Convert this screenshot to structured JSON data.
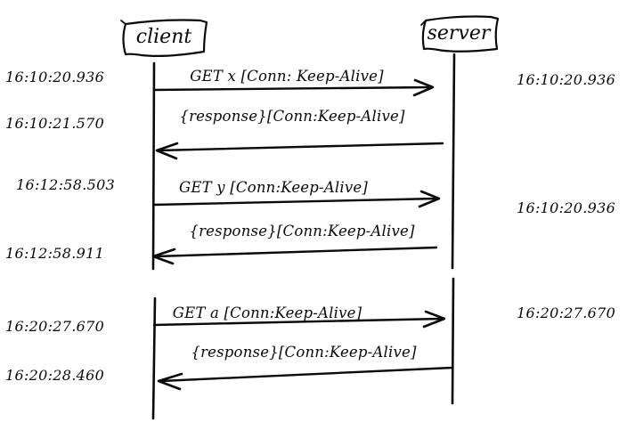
{
  "colors": {
    "ink": "#0a0a0a",
    "background": "#ffffff"
  },
  "diagram": {
    "type": "sequence",
    "actors": {
      "client": "client",
      "server": "server"
    },
    "messages": [
      {
        "label": "GET x [Conn: Keep-Alive]",
        "from": "client",
        "to": "server"
      },
      {
        "label": "{response}[Conn:Keep-Alive]",
        "from": "server",
        "to": "client"
      },
      {
        "label": "GET y [Conn:Keep-Alive]",
        "from": "client",
        "to": "server"
      },
      {
        "label": "{response}[Conn:Keep-Alive]",
        "from": "server",
        "to": "client"
      },
      {
        "label": "GET a [Conn:Keep-Alive]",
        "from": "client",
        "to": "server"
      },
      {
        "label": "{response}[Conn:Keep-Alive]",
        "from": "server",
        "to": "client"
      }
    ],
    "client_timestamps": [
      "16:10:20.936",
      "16:10:21.570",
      "16:12:58.503",
      "16:12:58.911",
      "16:20:27.670",
      "16:20:28.460"
    ],
    "server_timestamps": [
      "16:10:20.936",
      "16:10:20.936",
      "16:20:27.670"
    ]
  }
}
